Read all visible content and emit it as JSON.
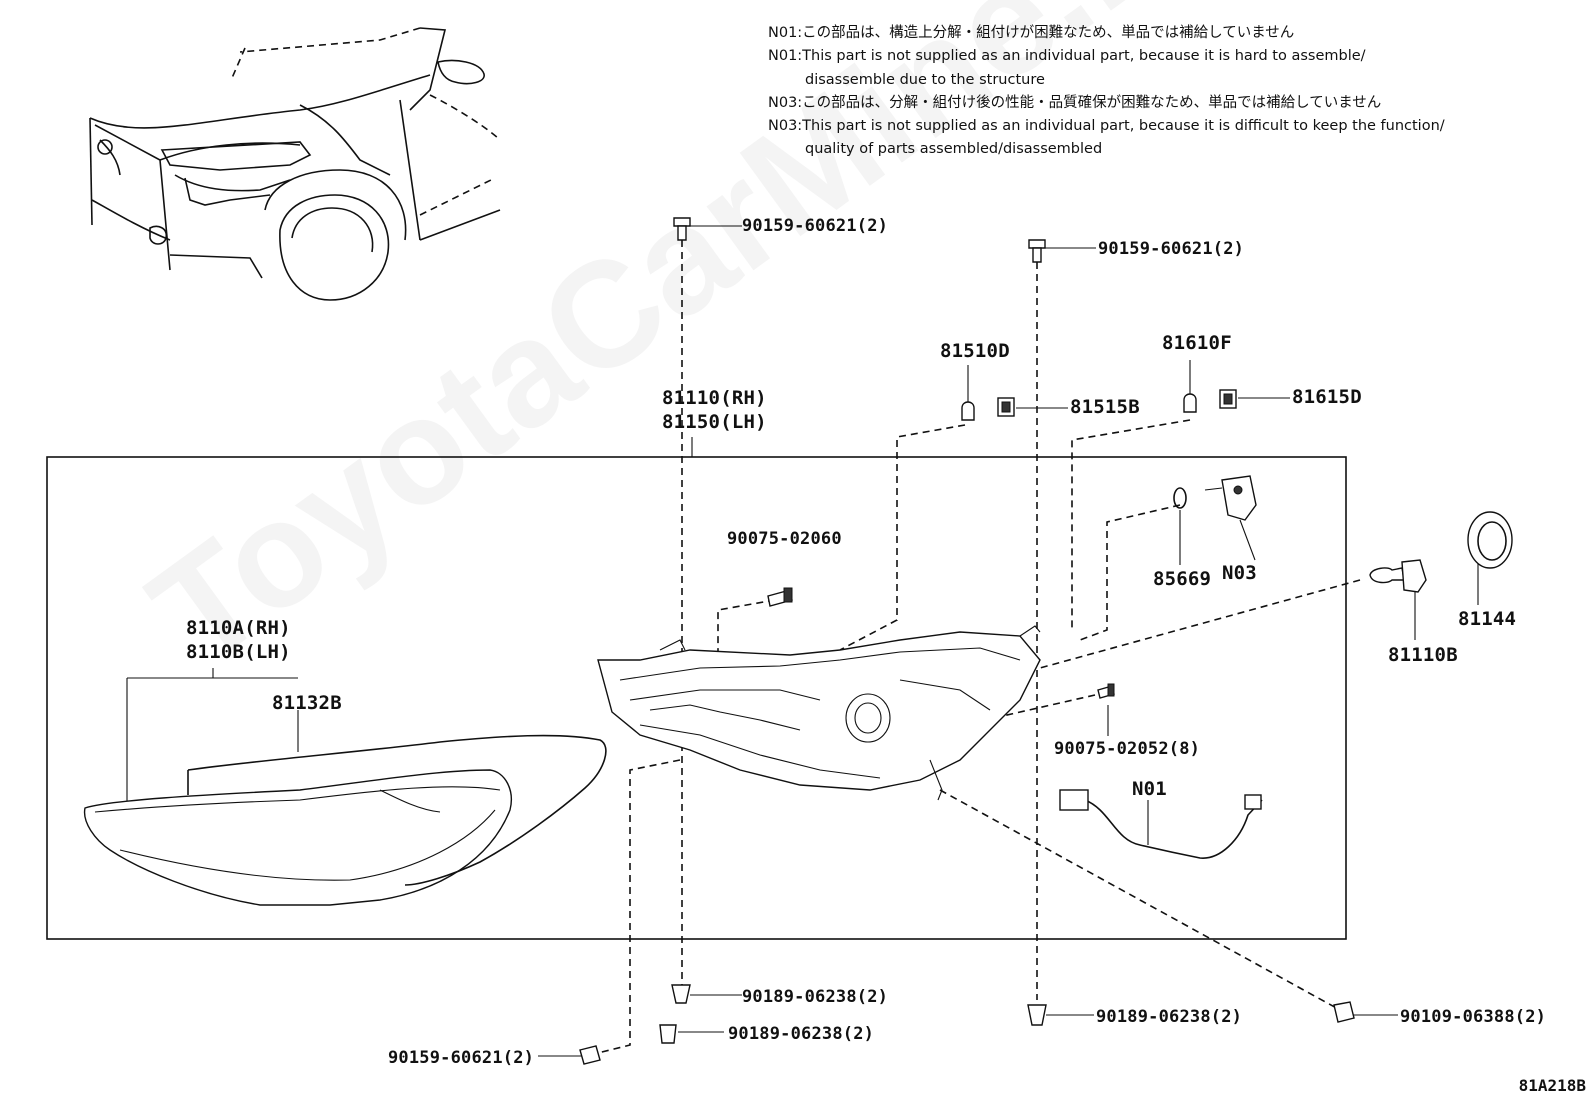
{
  "notes": {
    "n01_jp": "N01:この部品は、構造上分解・組付けが困難なため、単品では補給していません",
    "n01_en_1": "N01:This part is not supplied as an individual part, because it is hard to assemble/",
    "n01_en_2": "disassemble due to the structure",
    "n03_jp": "N03:この部品は、分解・組付け後の性能・品質確保が困難なため、単品では補給していません",
    "n03_en_1": "N03:This part is not supplied as an individual part, because it is difficult to keep the function/",
    "n03_en_2": "quality of parts assembled/disassembled"
  },
  "parts": {
    "bolt_top_left": "90159-60621(2)",
    "bolt_top_right": "90159-60621(2)",
    "bulb_socket_a": "81510D",
    "socket_a": "81515B",
    "bulb_socket_b": "81610F",
    "socket_b": "81615D",
    "headlamp_rh": "81110(RH)",
    "headlamp_lh": "81150(LH)",
    "screw_center": "90075-02060",
    "oring": "85669",
    "actuator": "N03",
    "cover": "81144",
    "bulb": "81110B",
    "lens_rh": "8110A(RH)",
    "lens_lh": "8110B(LH)",
    "gasket": "81132B",
    "screw_right": "90075-02052(8)",
    "harness": "N01",
    "clip_bottom_left": "90189-06238(2)",
    "clip_bottom_center": "90189-06238(2)",
    "bolt_bottom_left": "90159-60621(2)",
    "clip_bottom_right": "90189-06238(2)",
    "bolt_bottom_right": "90109-06388(2)"
  },
  "watermark": "ToyotaCarMine.ru",
  "figure_code": "81A218B"
}
